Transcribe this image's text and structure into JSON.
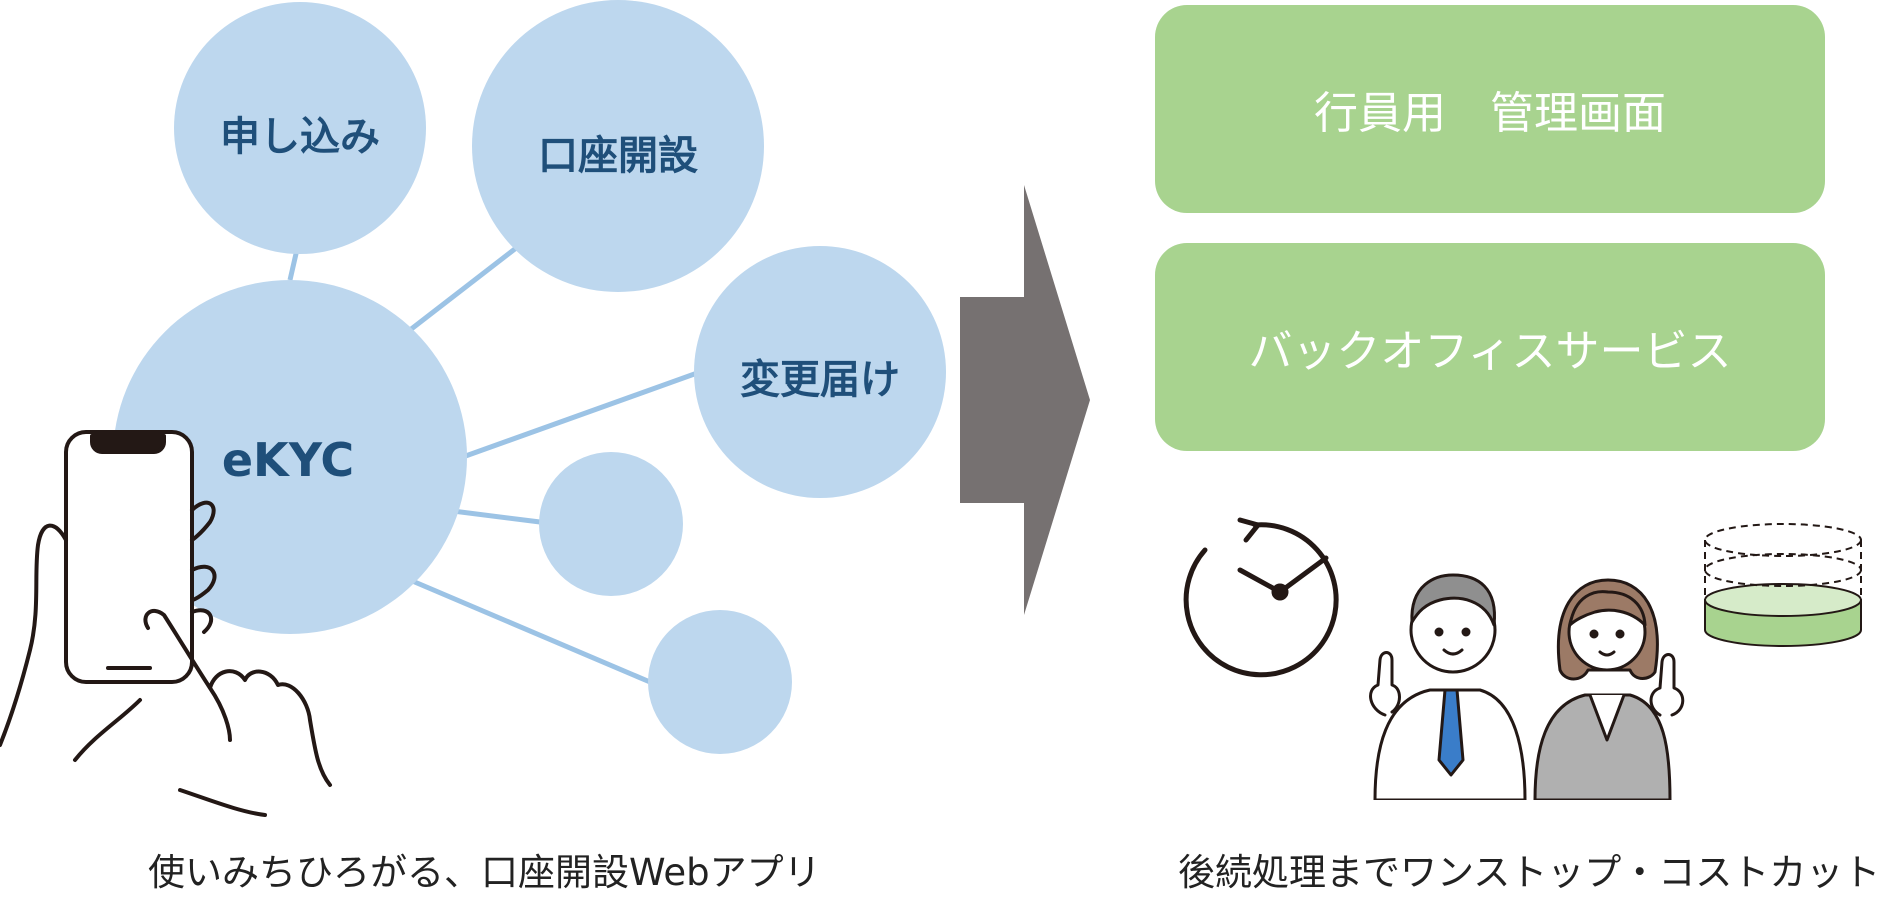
{
  "left": {
    "bubbles": {
      "center": "eKYC",
      "moshikomi": "申し込み",
      "kouza": "口座開設",
      "henkou": "変更届け"
    },
    "caption": "使いみちひろがる、口座開設Webアプリ"
  },
  "right": {
    "box_top": "行員用　管理画面",
    "box_bottom": "バックオフィスサービス",
    "caption": "後続処理までワンストップ・コストカット"
  },
  "colors": {
    "bubble": "#bdd7ee",
    "bubble_text": "#1f4f7a",
    "connector": "#9cc3e5",
    "box": "#a8d38f",
    "arrow": "#767171"
  },
  "icons": [
    "smartphone-hand-icon",
    "clock-icon",
    "people-pointing-icon",
    "database-icon"
  ]
}
